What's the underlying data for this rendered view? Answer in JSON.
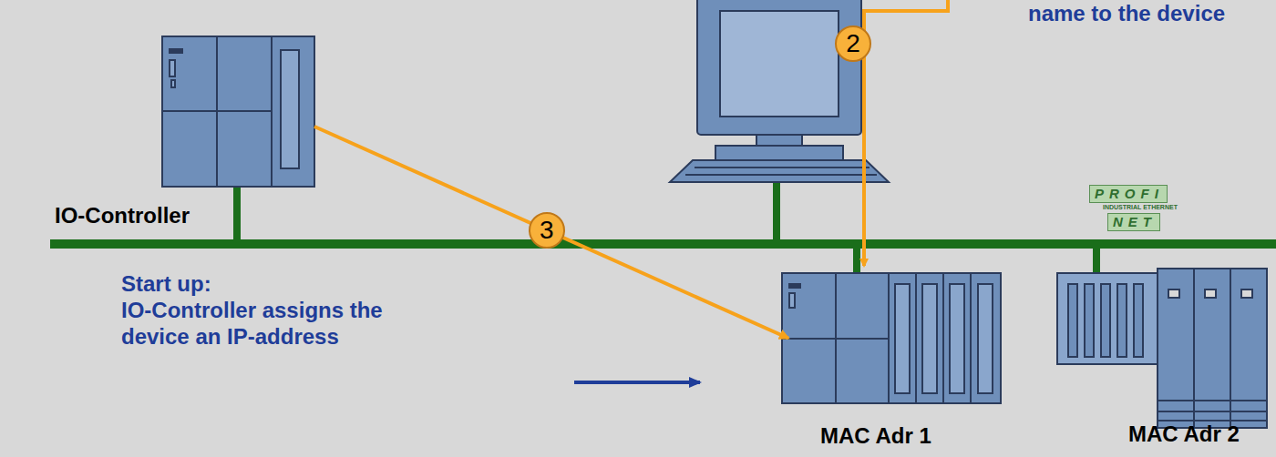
{
  "diagram": {
    "nodes": [
      {
        "text": [
          "IO-Controller"
        ]
      },
      {
        "text": [
          "MAC Adr 1"
        ]
      },
      {
        "text": [
          "MAC Adr 2"
        ]
      }
    ],
    "edges": [
      {
        "from": 0,
        "to": 1,
        "arrow": "to"
      }
    ],
    "labels": [
      "name to the device",
      "2",
      "PROFI",
      "INDUSTRIAL ETHERNET",
      "NET",
      "3",
      "Start up:",
      "IO-Controller assigns the device an IP-address"
    ]
  }
}
